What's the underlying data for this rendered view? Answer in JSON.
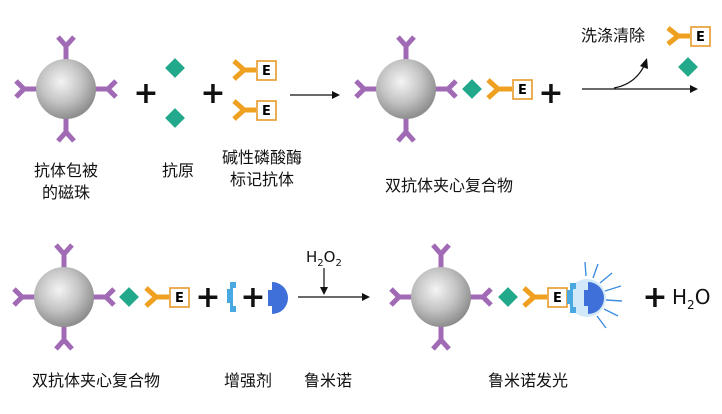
{
  "row1": {
    "bead_label_line1": "抗体包被",
    "bead_label_line2": "的磁珠",
    "antigen_label": "抗原",
    "conjugate_label_line1": "碱性磷酸酶",
    "conjugate_label_line2": "标记抗体",
    "complex_label": "双抗体夹心复合物",
    "wash_label": "洗涤清除",
    "plus": "+",
    "enzyme_letter": "E"
  },
  "row2": {
    "complex_label": "双抗体夹心复合物",
    "enhancer_label": "增强剂",
    "luminol_label": "鲁米诺",
    "reagent_h": "H",
    "reagent_sub": "2",
    "reagent_o": "O",
    "glow_label": "鲁米诺发光",
    "product_h": "H",
    "product_o": "O",
    "plus": "+",
    "enzyme_letter": "E"
  },
  "colors": {
    "antibody": "#a06ab4",
    "antigen": "#22a88a",
    "enzyme_antibody": "#f0a020",
    "enzyme_box": "#e89a2a",
    "enhancer": "#4aa8e0",
    "luminol": "#3f6fd8",
    "glow": "#3f8fe0"
  }
}
